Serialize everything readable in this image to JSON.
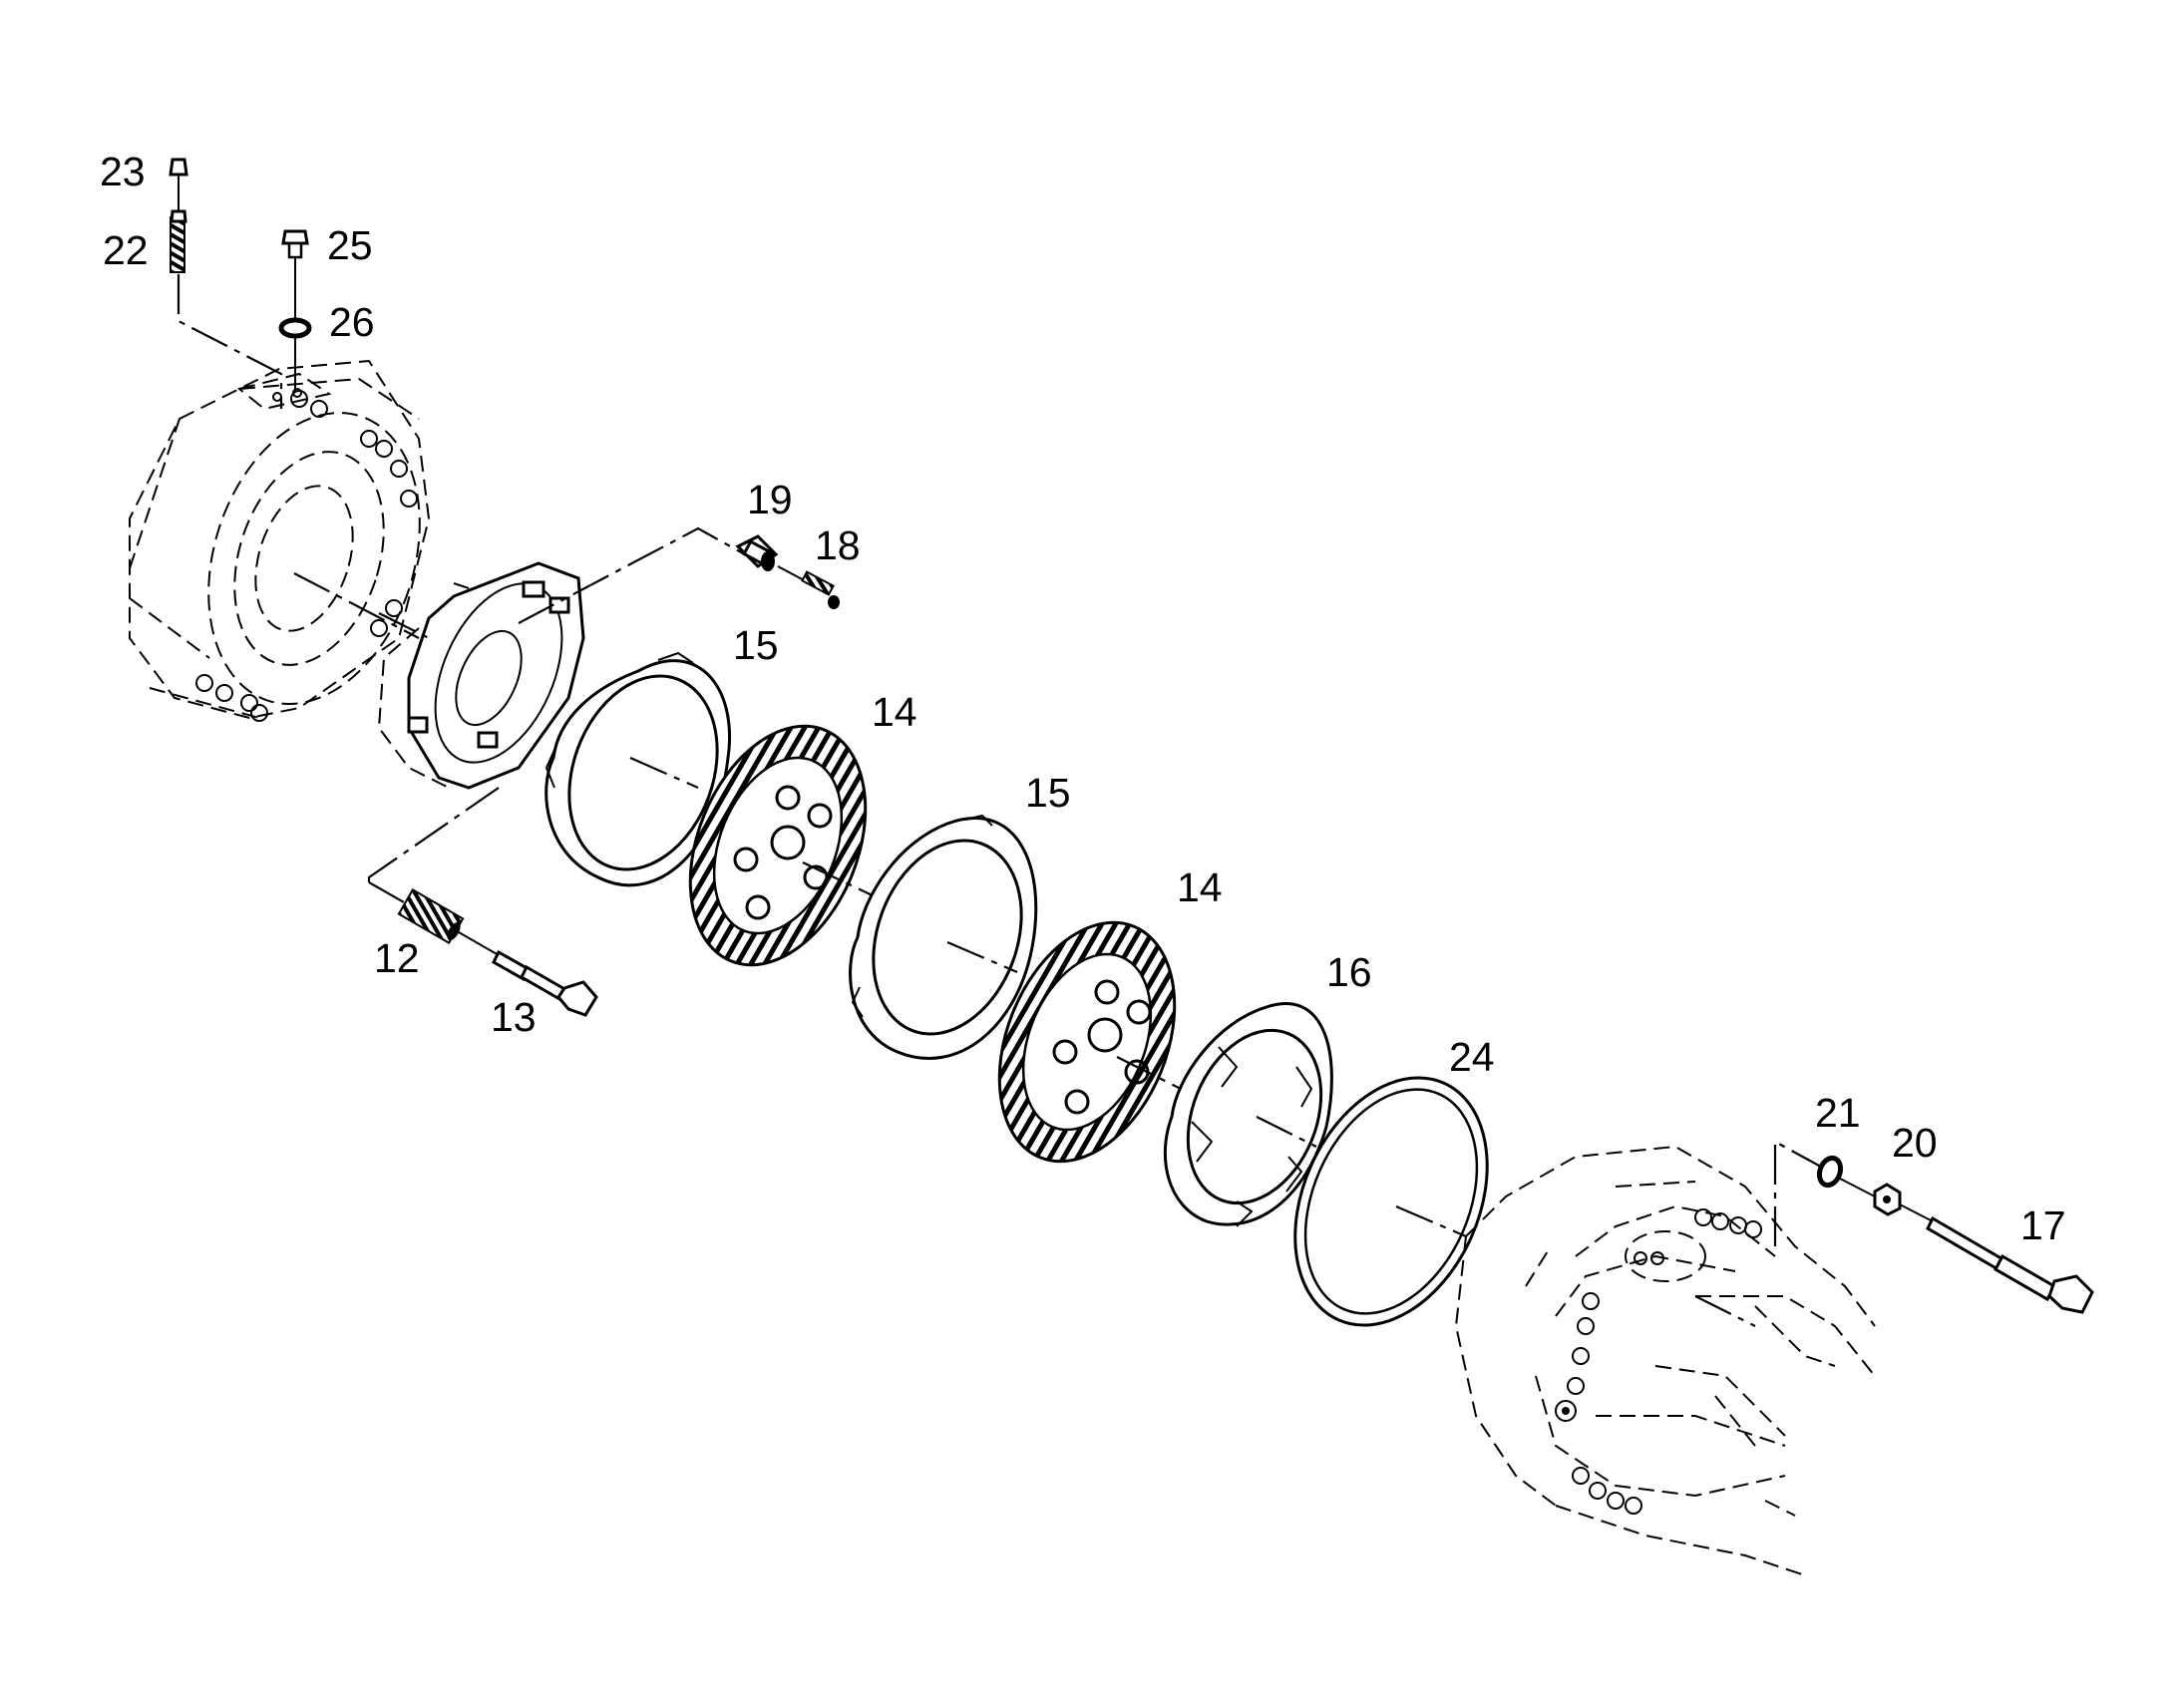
{
  "callouts": {
    "c23": "23",
    "c22": "22",
    "c25": "25",
    "c26": "26",
    "c19": "19",
    "c18": "18",
    "c15a": "15",
    "c14a": "14",
    "c15b": "15",
    "c14b": "14",
    "c16": "16",
    "c24": "24",
    "c12": "12",
    "c13": "13",
    "c21": "21",
    "c20": "20",
    "c17": "17"
  }
}
